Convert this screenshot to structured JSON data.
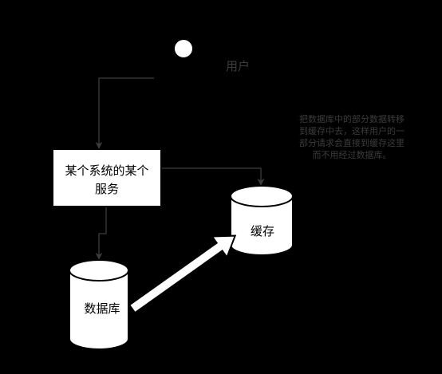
{
  "colors": {
    "background": "#000000",
    "node_fill": "#ffffff",
    "node_stroke": "#000000",
    "edge": "#3c3c3c",
    "muted_text": "#3c3c3c"
  },
  "actor": {
    "label": "用户",
    "icon": "stick-figure-icon"
  },
  "nodes": {
    "system": {
      "line1": "某个系统的某个",
      "line2": "服务"
    },
    "cache": {
      "label": "缓存"
    },
    "database": {
      "label": "数据库"
    }
  },
  "note": {
    "lines": [
      "把数据库中的部分数据转移",
      "到缓存中去，这样用户的一",
      "部分请求会直接到缓存这里",
      "而不用经过数据库。"
    ]
  },
  "edges": [
    {
      "from": "actor",
      "to": "system"
    },
    {
      "from": "system",
      "to": "cache"
    },
    {
      "from": "system",
      "to": "database"
    },
    {
      "from": "database",
      "to": "cache",
      "style": "bold-white-arrow"
    }
  ]
}
